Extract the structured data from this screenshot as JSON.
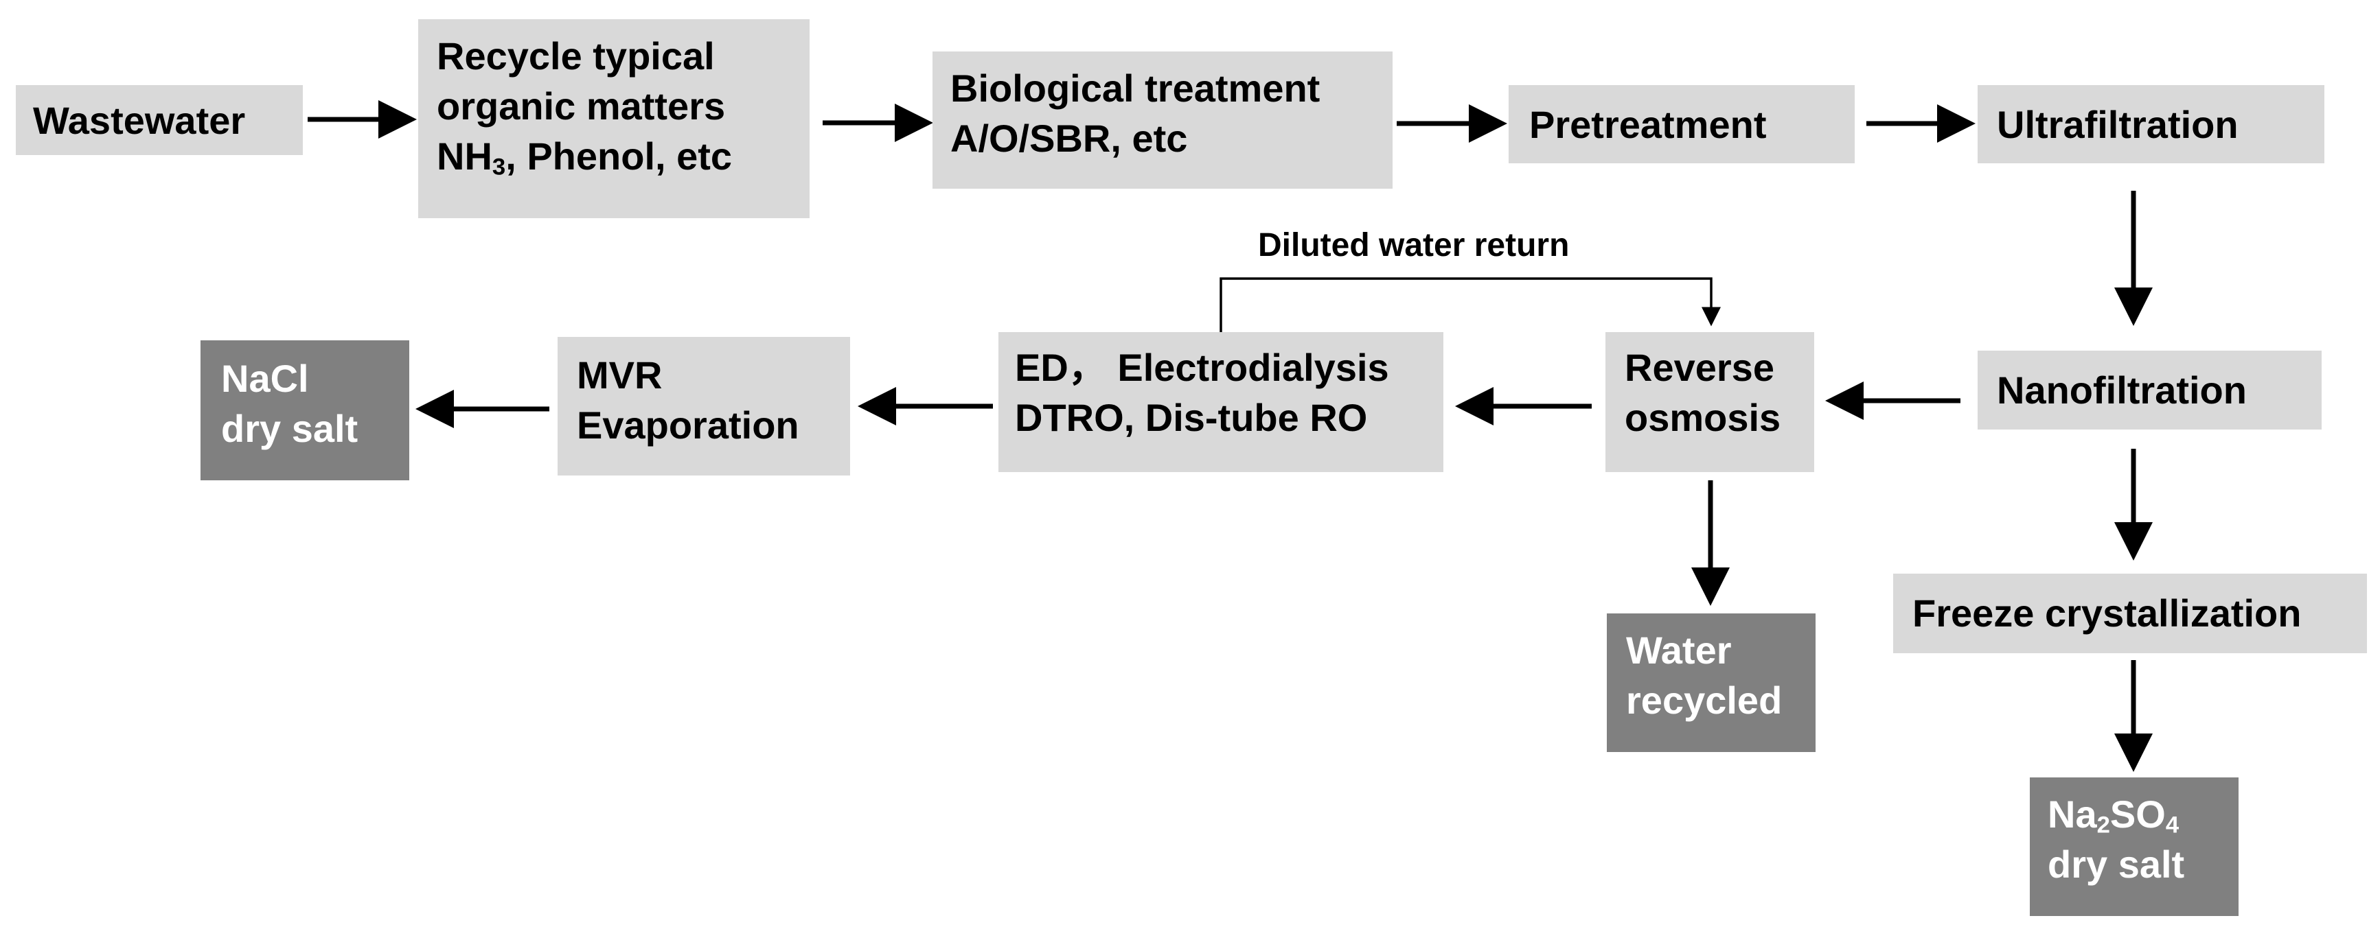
{
  "nodes": {
    "wastewater": {
      "lines": [
        "Wastewater"
      ]
    },
    "recycle": {
      "lines": [
        "Recycle typical",
        "organic matters"
      ],
      "line3_prefix": "NH",
      "line3_sub": "3",
      "line3_suffix": ", Phenol, etc"
    },
    "biological": {
      "lines": [
        "Biological treatment",
        "A/O/SBR, etc"
      ]
    },
    "pretreatment": {
      "lines": [
        "Pretreatment"
      ]
    },
    "ultrafiltration": {
      "lines": [
        "Ultrafiltration"
      ]
    },
    "nanofiltration": {
      "lines": [
        "Nanofiltration"
      ]
    },
    "reverse_osmosis": {
      "lines": [
        "Reverse",
        "osmosis"
      ]
    },
    "ed_dtro": {
      "lines": [
        "ED，  Electrodialysis",
        "DTRO, Dis-tube RO"
      ]
    },
    "mvr": {
      "lines": [
        "MVR",
        "Evaporation"
      ]
    },
    "nacl": {
      "lines": [
        "NaCl",
        "dry salt"
      ]
    },
    "water_recycled": {
      "lines": [
        "Water",
        "recycled"
      ]
    },
    "freeze": {
      "lines": [
        "Freeze crystallization"
      ]
    },
    "na2so4": {
      "line1_a": "Na",
      "line1_sub1": "2",
      "line1_b": "SO",
      "line1_sub2": "4",
      "line2": "dry salt"
    }
  },
  "labels": {
    "diluted_return": "Diluted water return"
  },
  "colors": {
    "process_box": "#d9d9d9",
    "product_box": "#808080",
    "arrow": "#000000"
  }
}
